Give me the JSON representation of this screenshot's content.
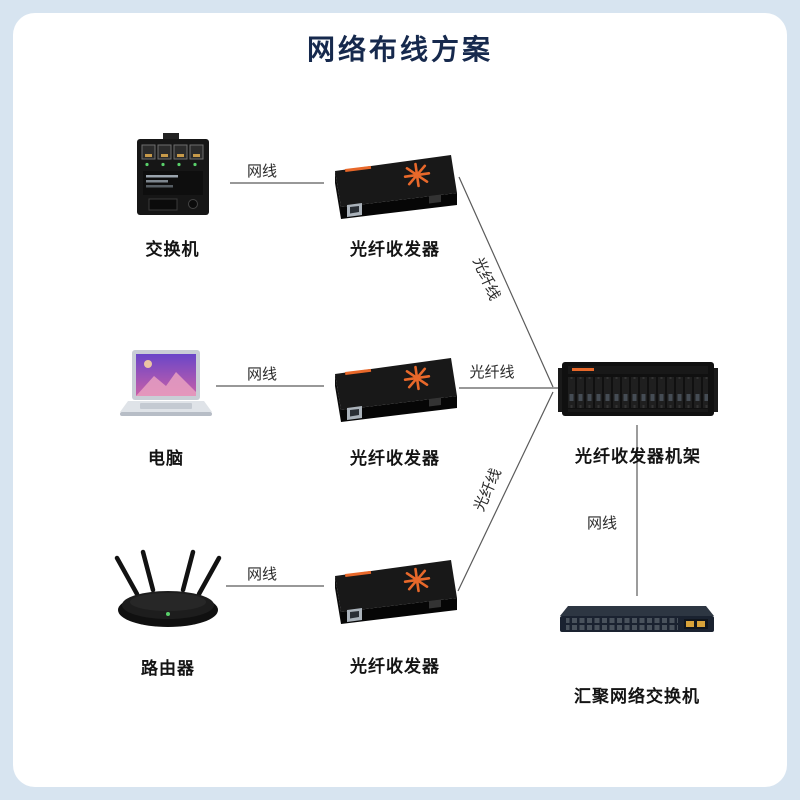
{
  "title": "网络布线方案",
  "nodes": {
    "switch": {
      "label": "交换机"
    },
    "converter_top": {
      "label": "光纤收发器"
    },
    "computer": {
      "label": "电脑"
    },
    "converter_mid": {
      "label": "光纤收发器"
    },
    "router": {
      "label": "路由器"
    },
    "converter_bottom": {
      "label": "光纤收发器"
    },
    "rack": {
      "label": "光纤收发器机架"
    },
    "agg_switch": {
      "label": "汇聚网络交换机"
    }
  },
  "edges": {
    "switch_to_converter": {
      "label": "网线"
    },
    "computer_to_converter": {
      "label": "网线"
    },
    "router_to_converter": {
      "label": "网线"
    },
    "converter_top_to_rack": {
      "label": "光纤线"
    },
    "converter_mid_to_rack": {
      "label": "光纤线"
    },
    "converter_bottom_to_rack": {
      "label": "光纤线"
    },
    "rack_to_agg_switch": {
      "label": "网线"
    }
  },
  "colors": {
    "background": "#d7e4f0",
    "card": "#ffffff",
    "title_color": "#16294d",
    "accent_orange": "#e8682a",
    "line": "#5a5a5a"
  }
}
